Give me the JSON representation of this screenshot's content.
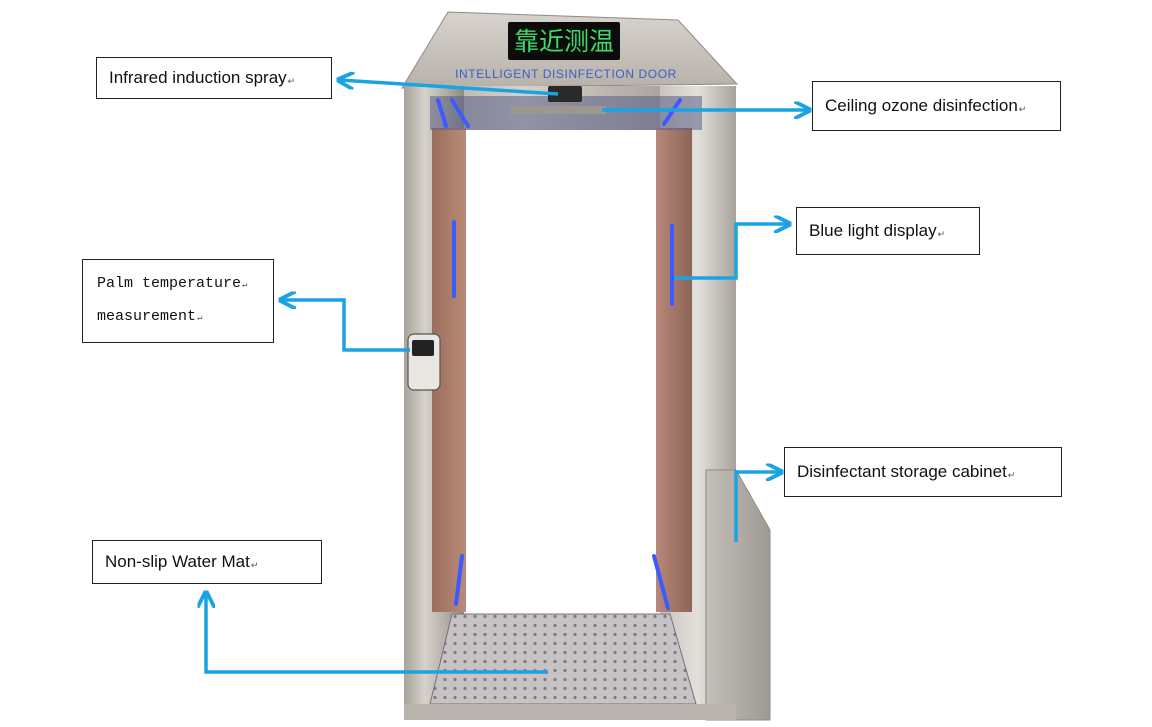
{
  "device": {
    "sign_text": "靠近测温",
    "brand_text": "Intelligent Disinfection Door"
  },
  "colors": {
    "arrow": "#1aa3e3",
    "steel": "#b9b4ae",
    "sign_text": "#3ddc6a",
    "blue_led": "#3b5bff",
    "brand_text": "#3a5fc8"
  },
  "return_mark": "↵",
  "labels": {
    "infrared_spray": "Infrared induction spray",
    "ceiling_ozone": "Ceiling ozone disinfection",
    "blue_light": "Blue light display",
    "palm_temp_line1": "Palm temperature",
    "palm_temp_line2": "measurement",
    "cabinet": "Disinfectant storage cabinet",
    "water_mat": "Non-slip Water Mat"
  }
}
